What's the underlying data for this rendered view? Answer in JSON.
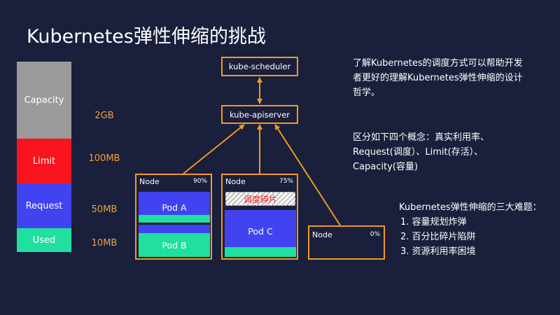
{
  "title": "Kubernetes弹性伸缩的挑战",
  "bars": {
    "capacity": "Capacity",
    "limit": "Limit",
    "request": "Request",
    "used": "Used"
  },
  "sizes": {
    "capacity": "2GB",
    "limit": "100MB",
    "request": "50MB",
    "used": "10MB"
  },
  "components": {
    "scheduler": "kube-scheduler",
    "apiserver": "kube-apiserver"
  },
  "nodes": [
    {
      "label": "Node",
      "percent": "90%",
      "pods": [
        "Pod A",
        "Pod B"
      ]
    },
    {
      "label": "Node",
      "percent": "75%",
      "fragment": "调度碎片",
      "pods": [
        "Pod C"
      ]
    },
    {
      "label": "Node",
      "percent": "0%"
    }
  ],
  "intro": [
    "了解Kubernetes的调度方式可以帮助开发",
    "者更好的理解Kubernetes弹性伸缩的设计",
    "哲学。"
  ],
  "concepts": [
    "区分如下四个概念：真实利用率、",
    "Request(调度）、Limit(存活）、",
    "Capacity(容量)"
  ],
  "difficulties": {
    "title": "Kubernetes弹性伸缩的三大难题：",
    "items": [
      "1.  容量规划炸弹",
      "2.  百分比碎片陷阱",
      "3.  资源利用率困境"
    ]
  },
  "colors": {
    "background": "#1a1f3c",
    "accent": "#f09a20",
    "capacity": "#9a9a9a",
    "limit": "#f8141e",
    "request": "#4142f0",
    "used": "#1fe0a0"
  }
}
